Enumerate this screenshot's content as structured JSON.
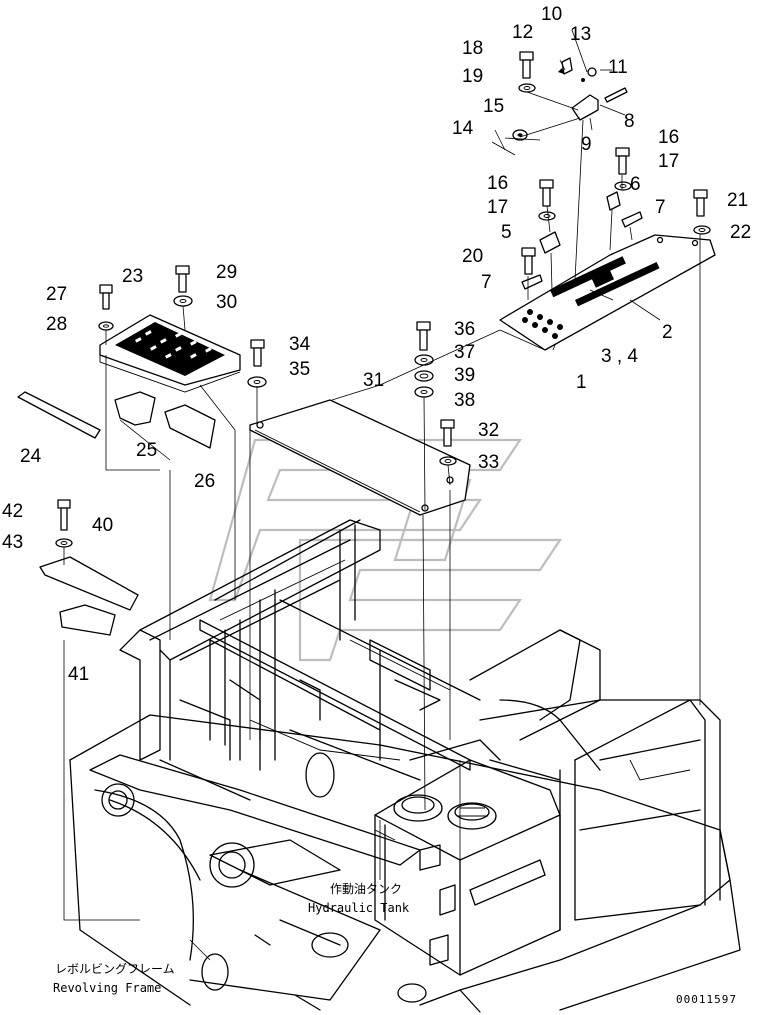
{
  "callouts": [
    {
      "id": "c10",
      "text": "10"
    },
    {
      "id": "c12",
      "text": "12"
    },
    {
      "id": "c13",
      "text": "13"
    },
    {
      "id": "c18",
      "text": "18"
    },
    {
      "id": "c11",
      "text": "11"
    },
    {
      "id": "c19",
      "text": "19"
    },
    {
      "id": "c15",
      "text": "15"
    },
    {
      "id": "c8",
      "text": "8"
    },
    {
      "id": "c14",
      "text": "14"
    },
    {
      "id": "c9",
      "text": "9"
    },
    {
      "id": "c16a",
      "text": "16"
    },
    {
      "id": "c17a",
      "text": "17"
    },
    {
      "id": "c16b",
      "text": "16"
    },
    {
      "id": "c6",
      "text": "6"
    },
    {
      "id": "c17b",
      "text": "17"
    },
    {
      "id": "c7a",
      "text": "7"
    },
    {
      "id": "c21",
      "text": "21"
    },
    {
      "id": "c5",
      "text": "5"
    },
    {
      "id": "c22",
      "text": "22"
    },
    {
      "id": "c20",
      "text": "20"
    },
    {
      "id": "c7b",
      "text": "7"
    },
    {
      "id": "c2",
      "text": "2"
    },
    {
      "id": "c34pair",
      "text": "3 , 4"
    },
    {
      "id": "c1",
      "text": "1"
    },
    {
      "id": "c23",
      "text": "23"
    },
    {
      "id": "c29",
      "text": "29"
    },
    {
      "id": "c27",
      "text": "27"
    },
    {
      "id": "c30",
      "text": "30"
    },
    {
      "id": "c28",
      "text": "28"
    },
    {
      "id": "c36",
      "text": "36"
    },
    {
      "id": "c34",
      "text": "34"
    },
    {
      "id": "c37",
      "text": "37"
    },
    {
      "id": "c35",
      "text": "35"
    },
    {
      "id": "c31",
      "text": "31"
    },
    {
      "id": "c39",
      "text": "39"
    },
    {
      "id": "c38",
      "text": "38"
    },
    {
      "id": "c32",
      "text": "32"
    },
    {
      "id": "c24",
      "text": "24"
    },
    {
      "id": "c25",
      "text": "25"
    },
    {
      "id": "c33",
      "text": "33"
    },
    {
      "id": "c26",
      "text": "26"
    },
    {
      "id": "c42",
      "text": "42"
    },
    {
      "id": "c40",
      "text": "40"
    },
    {
      "id": "c43",
      "text": "43"
    },
    {
      "id": "c41",
      "text": "41"
    }
  ],
  "labels": {
    "hydraulic_tank_jp": "作動油タンク",
    "hydraulic_tank_en": "Hydraulic Tank",
    "revolving_frame_jp": "レボルビングフレーム",
    "revolving_frame_en": "Revolving Frame"
  },
  "doc_id": "00011597",
  "colors": {
    "line": "#000000",
    "background": "#ffffff",
    "watermark": "#bdbdbd"
  }
}
